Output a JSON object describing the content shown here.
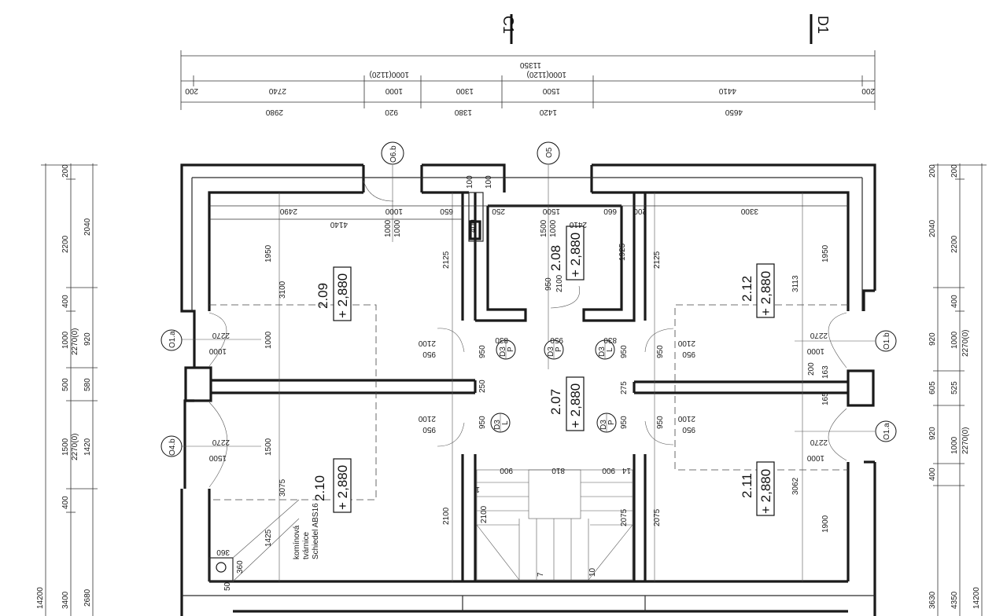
{
  "section_marks": {
    "left": "C1",
    "right": "D1"
  },
  "top_dims": {
    "overall": "11350",
    "row1": [
      "200",
      "2740",
      "1000",
      "1300",
      "1500",
      "4410",
      "200"
    ],
    "row1_over": [
      "1000(1120)",
      "1000(1120)"
    ],
    "row2": [
      "2980",
      "920",
      "1380",
      "1420",
      "4650"
    ]
  },
  "rooms": [
    {
      "id": "2.09",
      "level": "+ 2,880"
    },
    {
      "id": "2.08",
      "level": "+ 2,880"
    },
    {
      "id": "2.12",
      "level": "+ 2,880"
    },
    {
      "id": "2.07",
      "level": "+ 2,880"
    },
    {
      "id": "2.10",
      "level": "+ 2,880"
    },
    {
      "id": "2.11",
      "level": "+ 2,880"
    }
  ],
  "window_tags": {
    "o6b": "O6.b",
    "o5": "O5",
    "o1a_left": "O1.a",
    "o4b": "O4.b",
    "o1b": "O1.b",
    "o1a_right": "O1.a"
  },
  "door_tags": [
    {
      "top": "D3",
      "bot": "P"
    },
    {
      "top": "D3",
      "bot": "P"
    },
    {
      "top": "D3",
      "bot": "L"
    },
    {
      "top": "D3",
      "bot": "L"
    },
    {
      "top": "D3",
      "bot": "P"
    }
  ],
  "chimney_label": [
    "komínová",
    "tvárnice",
    "Schiedel ABS16"
  ],
  "left_dims_outer": [
    "14200",
    "3400"
  ],
  "left_dims_a": [
    "200",
    "2200",
    "400",
    "1000",
    "500",
    "1500",
    "400"
  ],
  "left_dims_a_sub": [
    "2270(0)",
    "2270(0)"
  ],
  "left_dims_b": [
    "2040",
    "920",
    "580",
    "1420",
    "2680"
  ],
  "right_dims_outer": [
    "14200",
    "4350",
    "3630"
  ],
  "right_dims_a": [
    "200",
    "2200",
    "400",
    "1000",
    "525",
    "1000"
  ],
  "right_dims_a_sub": [
    "2270(0)",
    "2270(0)"
  ],
  "right_dims_b": [
    "2040",
    "920",
    "605",
    "920",
    "400"
  ],
  "inner_labels": {
    "d2490": "2490",
    "d4140": "4140",
    "d1000a": "1000",
    "d650": "650",
    "d250": "250",
    "d1500": "1500",
    "d660": "660",
    "d2410": "2410",
    "d200a": "200",
    "d3300": "3300",
    "d1950a": "1950",
    "d3100": "3100",
    "d2125a": "2125",
    "d1925": "1925",
    "d2125b": "2125",
    "d1950b": "1950",
    "d3113": "3113",
    "d950": "950",
    "d2100": "2100",
    "d1000v": "1000",
    "d1000v2": "1000",
    "d1500v": "1500",
    "d1000v3": "1000",
    "d2270": "2270",
    "d1000h": "1000",
    "d2100h": "2100",
    "d950h": "950",
    "d830": "830",
    "d950m": "950",
    "d3075": "3075",
    "d1500b": "1500",
    "d1425": "1425",
    "d360": "360",
    "d360b": "360",
    "d2100s": "2100",
    "d2075": "2075",
    "d1900": "1900",
    "d3062": "3062",
    "d900a": "900",
    "d810": "810",
    "d900b": "900",
    "d250s": "250",
    "d50": "50",
    "d275": "275",
    "d200s": "200",
    "d163": "163",
    "d165": "165",
    "d1500w": "1500",
    "d2270b": "2270",
    "d1000r": "1000",
    "d2270r": "2270",
    "d1000r2": "1000",
    "d2270r2": "2270",
    "d2100r": "2100",
    "d950r": "950",
    "d2100r2": "2100",
    "d950r2": "950",
    "d950c": "950",
    "d2100c": "2100",
    "d950c2": "950",
    "d2100c2": "2100",
    "d7": "7",
    "d10": "10",
    "d14": "14",
    "d1": "1",
    "d2100st": "2100",
    "d2075st": "2075",
    "d100": "100",
    "d400": "400"
  }
}
